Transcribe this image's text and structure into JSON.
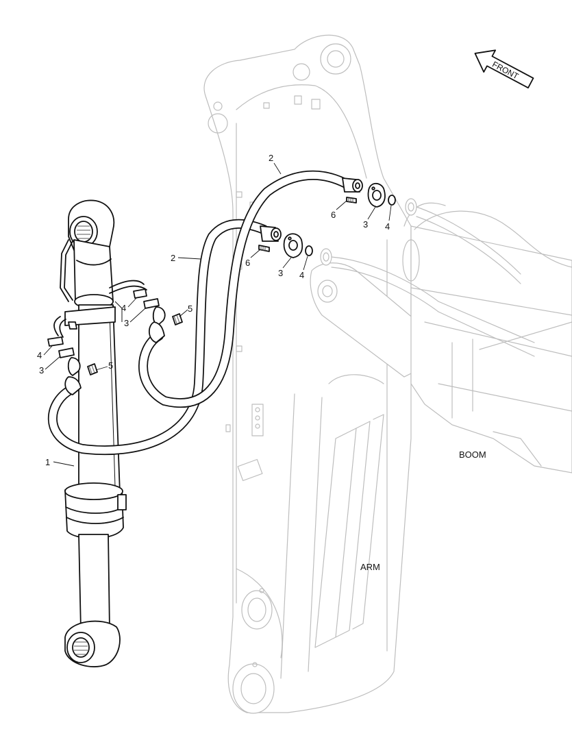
{
  "labels": {
    "front": "FRONT",
    "boom": "BOOM",
    "arm": "ARM"
  },
  "callouts": {
    "cylinder": "1",
    "hose_upper": "2",
    "hose_lower": "2",
    "flange_upper": "3",
    "oring_upper": "4",
    "bolt_upper": "6",
    "flange_mid": "3",
    "oring_mid": "4",
    "bolt_mid": "6",
    "clamp_a_oring": "4",
    "clamp_a_flange": "3",
    "clamp_a_bolt": "5",
    "clamp_b_oring": "4",
    "clamp_b_flange": "3",
    "clamp_b_bolt": "5"
  }
}
